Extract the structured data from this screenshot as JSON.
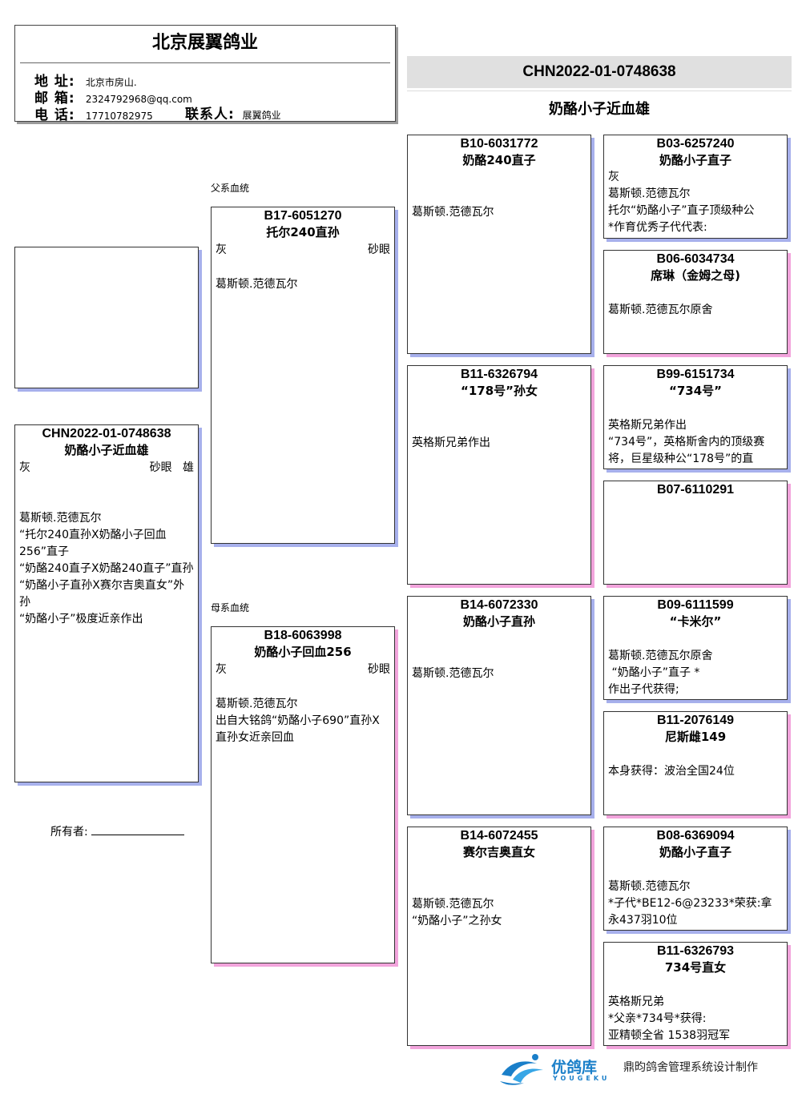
{
  "header": {
    "title": "北京展翼鸽业",
    "address_label": "地 址:",
    "address": "北京市房山.",
    "email_label": "邮 箱:",
    "email": "2324792968@qq.com",
    "phone_label": "电 话:",
    "phone": "17710782975",
    "contact_label": "联系人:",
    "contact": "展翼鸽业"
  },
  "cert": {
    "ring": "CHN2022-01-0748638",
    "name": "奶酪小子近血雄"
  },
  "subject": {
    "ring": "CHN2022-01-0748638",
    "name": "奶酪小子近血雄",
    "color": "灰",
    "eye": "砂眼",
    "sex": "雄",
    "notes": "葛斯顿.范德瓦尔\n“托尔240直孙X奶酪小子回血256”直子\n“奶酪240直子X奶酪240直子”直孙\n“奶酪小子直孙X赛尔吉奥直女”外孙\n“奶酪小子”极度近亲作出"
  },
  "owner": {
    "label": "所有者:"
  },
  "sections": {
    "sire": "父系血统",
    "dam": "母系血统"
  },
  "sire": {
    "ring": "B17-6051270",
    "name": "托尔240直孙",
    "color": "灰",
    "eye": "砂眼",
    "notes": "葛斯顿.范德瓦尔"
  },
  "dam": {
    "ring": "B18-6063998",
    "name": "奶酪小子回血256",
    "color": "灰",
    "eye": "砂眼",
    "notes": "葛斯顿.范德瓦尔\n出自大铭鸽“奶酪小子690”直孙X直孙女近亲回血"
  },
  "grandparents": {
    "ss": {
      "ring": "B10-6031772",
      "name": "奶酪240直子",
      "notes": "葛斯顿.范德瓦尔"
    },
    "sd": {
      "ring": "B11-6326794",
      "name": "“178号”孙女",
      "notes": "英格斯兄弟作出"
    },
    "ds": {
      "ring": "B14-6072330",
      "name": "奶酪小子直孙",
      "notes": "葛斯顿.范德瓦尔"
    },
    "dd": {
      "ring": "B14-6072455",
      "name": "赛尔吉奥直女",
      "notes": "葛斯顿.范德瓦尔\n“奶酪小子”之孙女"
    }
  },
  "great": {
    "sss": {
      "ring": "B03-6257240",
      "name": "奶酪小子直子",
      "color": "灰",
      "notes": "葛斯顿.范德瓦尔\n托尔“奶酪小子”直子顶级种公\n*作育优秀子代代表:"
    },
    "ssd": {
      "ring": "B06-6034734",
      "name": "席琳（金姆之母)",
      "notes": "葛斯顿.范德瓦尔原舍"
    },
    "sds": {
      "ring": "B99-6151734",
      "name": "“734号”",
      "notes": "英格斯兄弟作出\n“734号”，英格斯舍内的顶级赛将，巨星级种公“178号”的直"
    },
    "sdd": {
      "ring": "B07-6110291",
      "name": "",
      "notes": ""
    },
    "dss": {
      "ring": "B09-6111599",
      "name": "“卡米尔”",
      "notes": "葛斯顿.范德瓦尔原舍\n “奶酪小子”直子 *\n作出子代获得;"
    },
    "dsd": {
      "ring": "B11-2076149",
      "name": "尼斯雌149",
      "notes": "本身获得：波治全国24位"
    },
    "dds": {
      "ring": "B08-6369094",
      "name": "奶酪小子直子",
      "notes": "葛斯顿.范德瓦尔\n*子代*BE12-6@23233*荣获:拿永437羽10位"
    },
    "ddd": {
      "ring": "B11-6326793",
      "name": "734号直女",
      "notes": "英格斯兄弟\n*父亲*734号*获得:\n亚精顿全省 1538羽冠军"
    }
  },
  "footer": {
    "brand": "优鸽库",
    "brand_en": "YOUGEKU",
    "maker": "鼎昀鸽舍管理系统设计制作",
    "logo_icon": "swirl-logo-icon"
  },
  "colors": {
    "male_shadow": "#a7b0ec",
    "female_shadow": "#f2a4dc",
    "header_band": "#e0e0e0",
    "brand": "#1a7fc9"
  }
}
